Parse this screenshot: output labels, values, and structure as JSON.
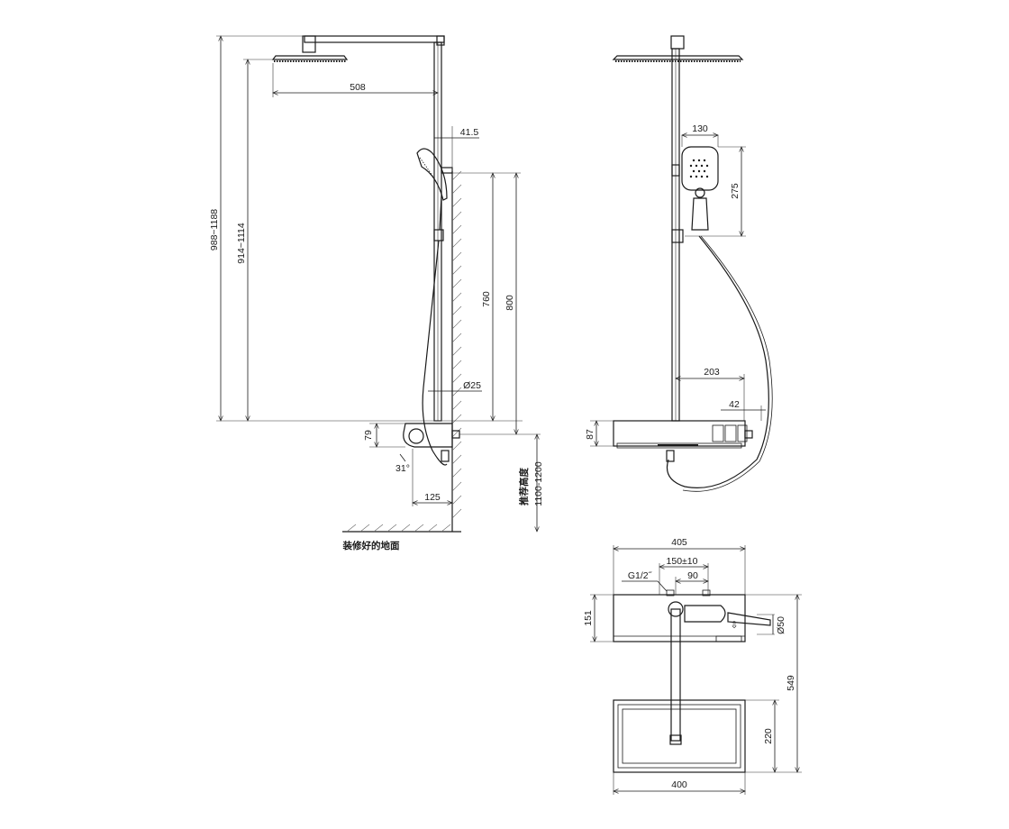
{
  "dimensions": {
    "side": {
      "head_reach": "508",
      "rail_offset": "41.5",
      "height_range_1": "988~1188",
      "height_range_2": "914~1114",
      "holder_height": "760",
      "holder_height_2": "800",
      "rail_diameter": "Ø25",
      "valve_height": "79",
      "angle": "31°",
      "valve_depth": "125",
      "install_height": "1100-1200",
      "install_height_label": "推荐高度",
      "floor_label": "装修好的地面"
    },
    "front": {
      "handshower_width": "130",
      "handshower_height": "275",
      "bracket_offset": "203",
      "outlet_offset": "42",
      "valve_height": "87"
    },
    "top": {
      "overall_width": "405",
      "inlet_spacing": "150±10",
      "inlet_offset": "90",
      "thread": "G1/2˝",
      "valve_depth": "151",
      "head_projection": "549",
      "handshower_dia": "Ø50",
      "head_depth": "220",
      "head_width": "400"
    }
  }
}
